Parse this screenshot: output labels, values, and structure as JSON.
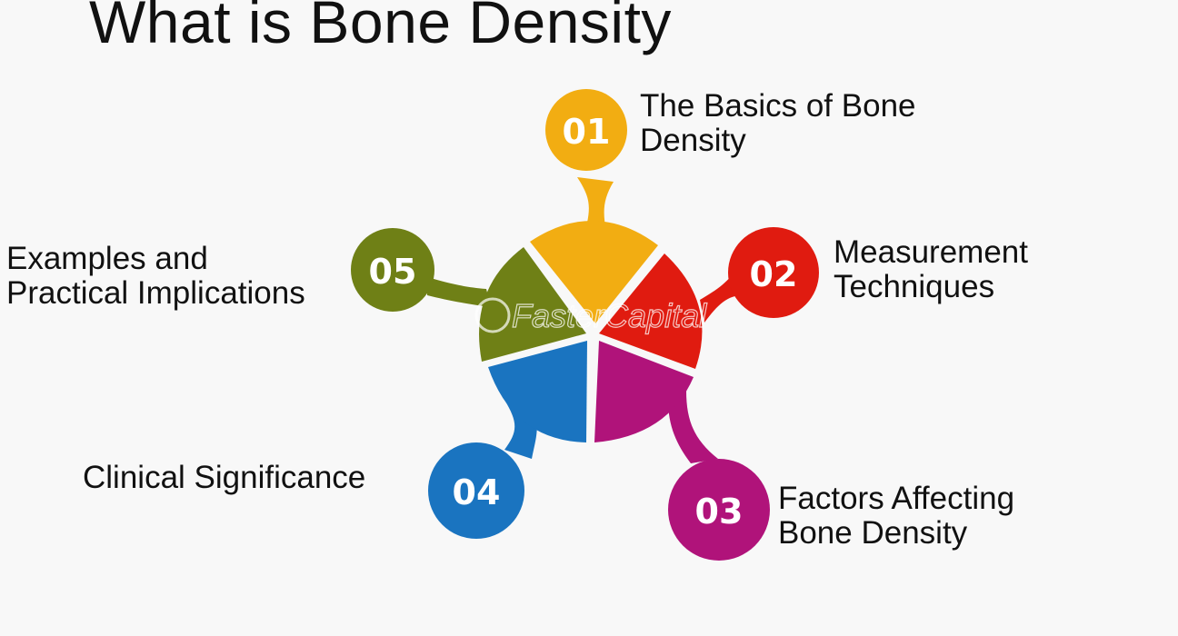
{
  "title": "What is Bone Density",
  "watermark": "FasterCapital",
  "colors": {
    "item1": "#f2ad12",
    "item2": "#e01b10",
    "item3": "#b0137a",
    "item4": "#1a74c0",
    "item5": "#6f8016",
    "background": "#f8f8f8"
  },
  "items": [
    {
      "number": "01",
      "line1": "The Basics of Bone",
      "line2": "Density"
    },
    {
      "number": "02",
      "line1": "Measurement",
      "line2": "Techniques"
    },
    {
      "number": "03",
      "line1": "Factors Affecting",
      "line2": "Bone Density"
    },
    {
      "number": "04",
      "line1": "Clinical Significance",
      "line2": ""
    },
    {
      "number": "05",
      "line1": "Examples and",
      "line2": "Practical Implications"
    }
  ]
}
